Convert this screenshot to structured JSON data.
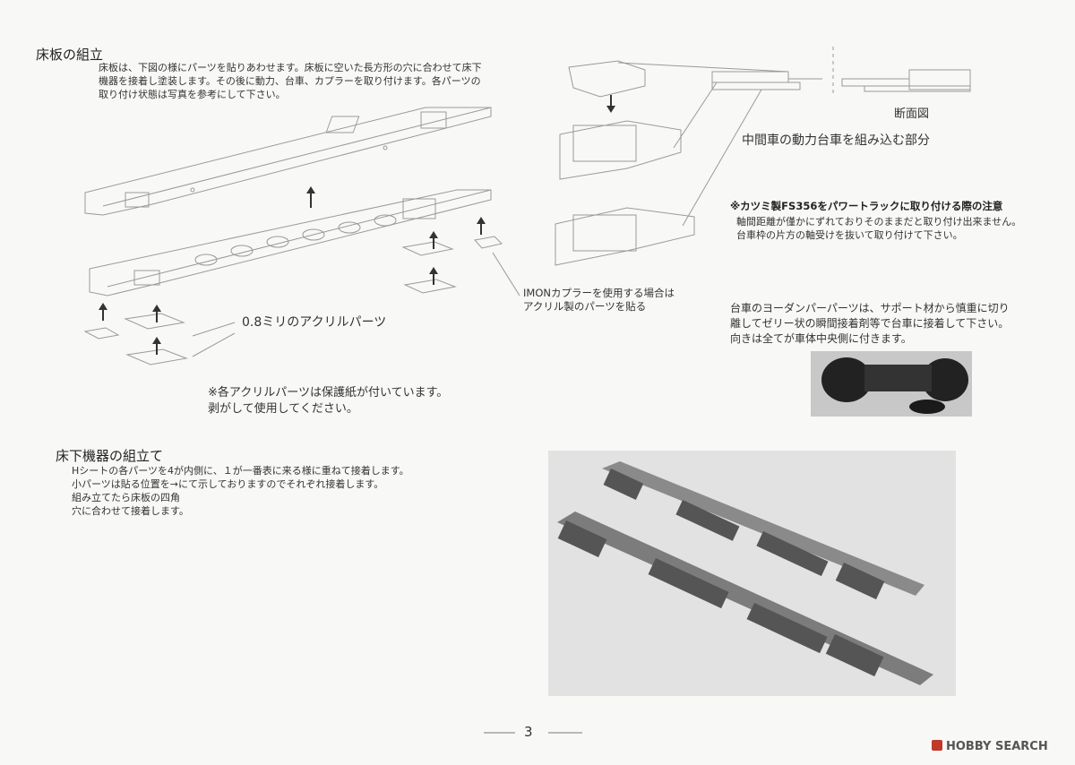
{
  "floor": {
    "title": "床板の組立",
    "lines": [
      "床板は、下図の様にパーツを貼りあわせます。床板に空いた長方形の穴に合わせて床下",
      "機器を接着し塗装します。その後に動力、台車、カプラーを取り付けます。各パーツの",
      "取り付け状態は写真を参考にして下さい。"
    ],
    "acrylic_label": "0.8ミリのアクリルパーツ",
    "imon_lines": [
      "IMONカプラーを使用する場合は",
      "アクリル製のパーツを貼る"
    ],
    "protect_lines": [
      "※各アクリルパーツは保護紙が付いています。",
      "剥がして使用してください。"
    ]
  },
  "section": {
    "label": "断面図",
    "motor_caption": "中間車の動力台車を組み込む部分"
  },
  "katsumi": {
    "title": "※カツミ製FS356をパワートラックに取り付ける際の注意",
    "lines": [
      "軸間距離が僅かにずれておりそのままだと取り付け出来ません。",
      "台車枠の片方の軸受けを抜いて取り付けて下さい。"
    ]
  },
  "yaw": {
    "lines": [
      "台車のヨーダンパーパーツは、サポート材から慎重に切り",
      "離してゼリー状の瞬間接着剤等で台車に接着して下さい。",
      "向きは全てが車体中央側に付きます。"
    ]
  },
  "under": {
    "title": "床下機器の組立て",
    "lines": [
      "Hシートの各パーツを4が内側に、１が一番表に来る様に重ねて接着します。",
      "小パーツは貼る位置を→にて示しておりますのでそれぞれ接着します。",
      "組み立てたら床板の四角",
      "穴に合わせて接着します。"
    ]
  },
  "page_number": "3",
  "watermark": "HOBBY SEARCH"
}
